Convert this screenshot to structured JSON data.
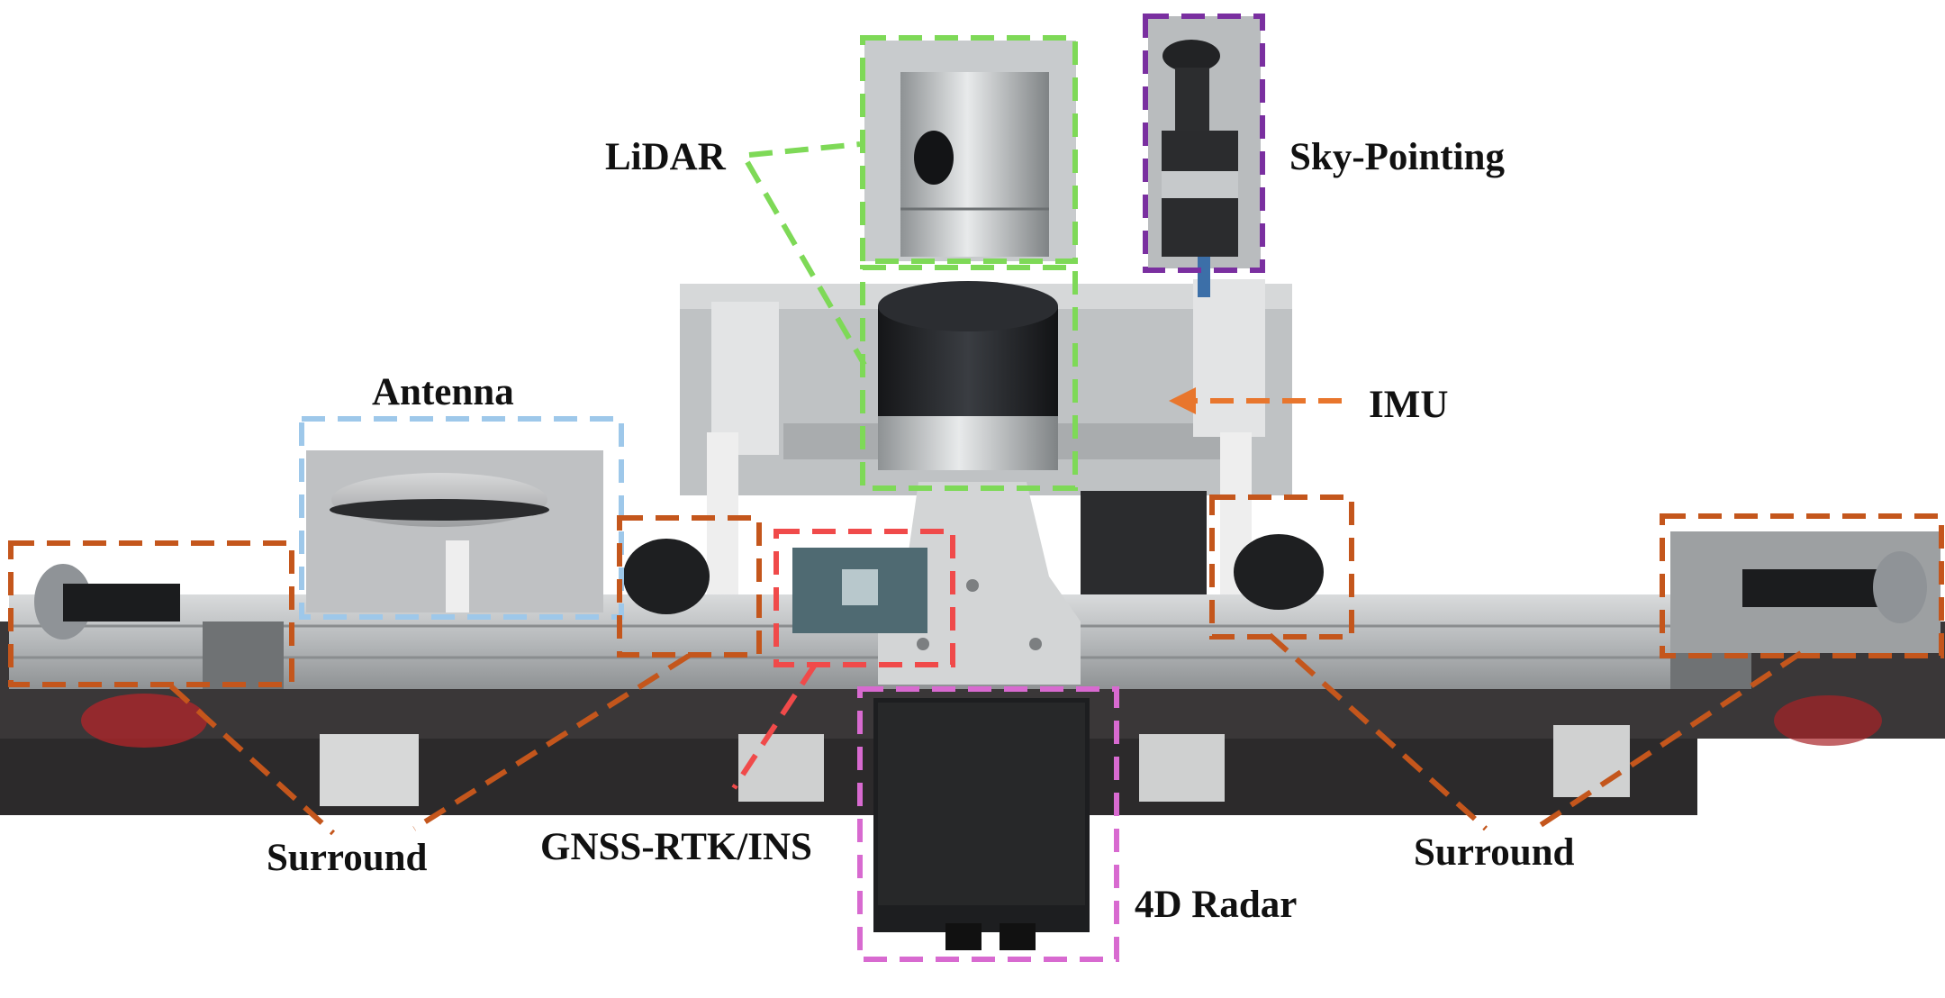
{
  "labels": {
    "lidar": "LiDAR",
    "sky_pointing": "Sky-Pointing",
    "antenna": "Antenna",
    "imu": "IMU",
    "surround_left": "Surround",
    "gnss": "GNSS-RTK/INS",
    "surround_right": "Surround",
    "radar": "4D Radar"
  },
  "colors": {
    "lidar": "#7ed957",
    "sky_pointing": "#7a2fa0",
    "antenna": "#9ec8ea",
    "imu": "#e8762d",
    "surround": "#c4561c",
    "gnss": "#f04a4a",
    "radar": "#d86ad0"
  }
}
